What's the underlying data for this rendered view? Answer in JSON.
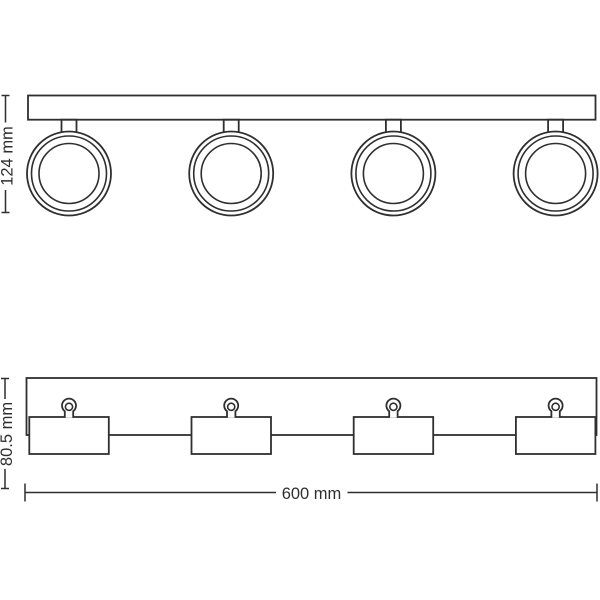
{
  "colors": {
    "line": "#2f2f2f",
    "background": "#ffffff"
  },
  "drawing": {
    "spot_count": 4,
    "dimensions": {
      "height": "124 mm",
      "depth": "80.5 mm",
      "width": "600 mm"
    }
  }
}
